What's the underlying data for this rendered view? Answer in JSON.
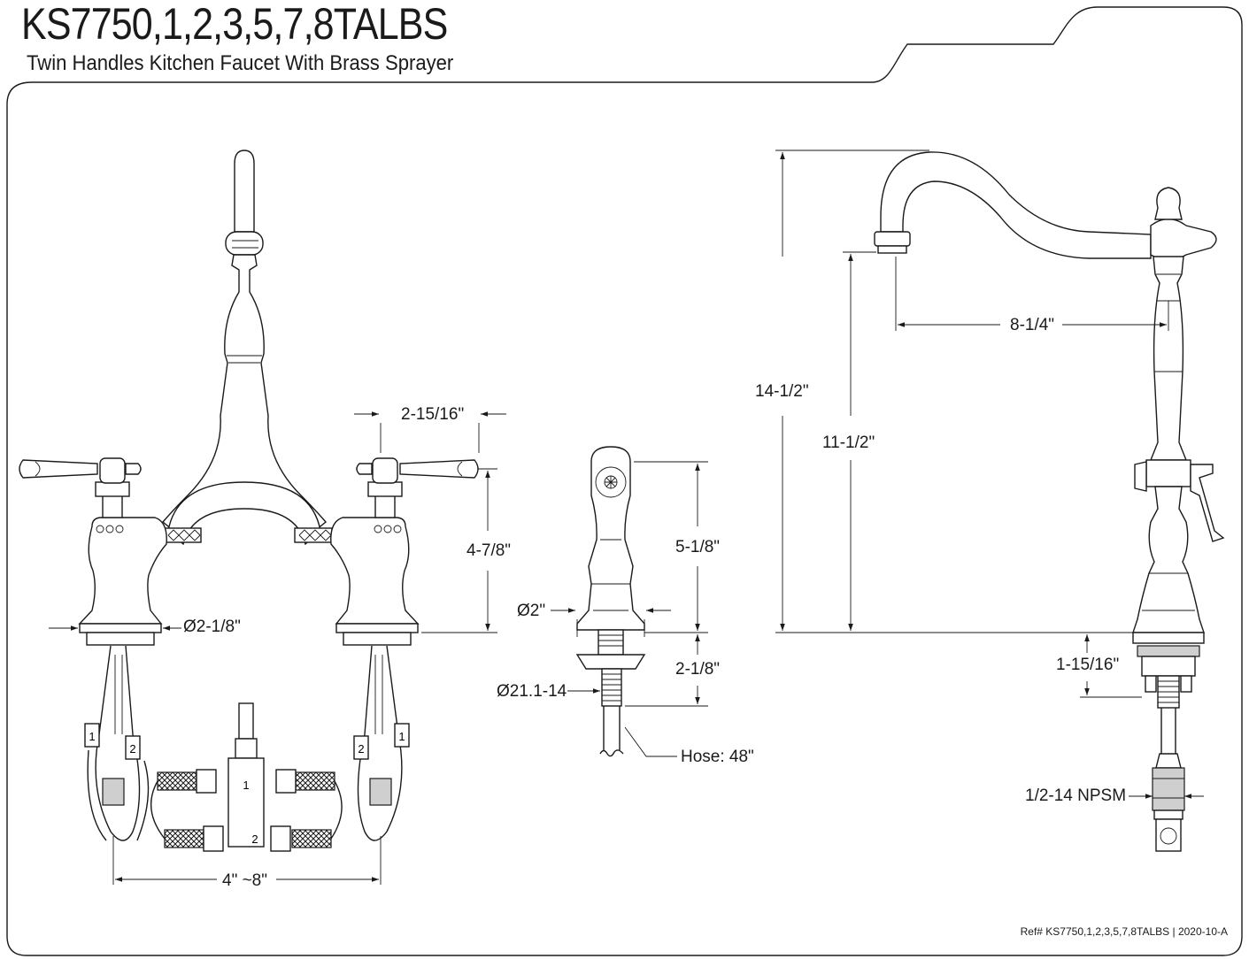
{
  "header": {
    "model": "KS7750,1,2,3,5,7,8TALBS",
    "description": "Twin Handles Kitchen Faucet With Brass Sprayer"
  },
  "footer": {
    "ref": "Ref# KS7750,1,2,3,5,7,8TALBS | 2020-10-A"
  },
  "dimensions": {
    "handle_offset": "2-15/16\"",
    "deck_height": "4-7/8\"",
    "base_diameter": "Ø2-1/8\"",
    "center_spread": "4\" ~8\"",
    "sprayer_height": "5-1/8\"",
    "sprayer_diameter": "Ø2\"",
    "sprayer_shank": "2-1/8\"",
    "sprayer_thread": "Ø21.1-14",
    "hose_length": "Hose: 48\"",
    "total_height": "14-1/2\"",
    "spout_height": "11-1/2\"",
    "spout_reach": "8-1/4\"",
    "mount_thickness": "1-15/16\"",
    "supply_thread": "1/2-14 NPSM"
  },
  "tags": {
    "hose_1": "1",
    "hose_2": "2"
  }
}
